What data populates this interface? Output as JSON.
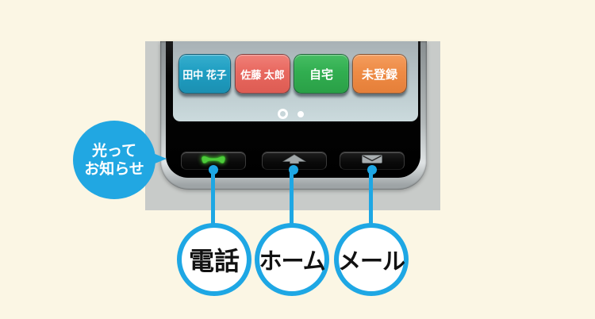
{
  "colors": {
    "accent_blue": "#1ea7e4",
    "background_cream": "#fbf6e4",
    "panel_gray": "#c8cbc9",
    "contact_teal": "#1f9ec2",
    "contact_red": "#e8685f",
    "contact_green": "#31ae50",
    "contact_orange": "#ee8b45",
    "handset_green": "#4ecb3b"
  },
  "phone_screen": {
    "contact_buttons": [
      {
        "label": "田中 花子",
        "color": "#1f9ec2"
      },
      {
        "label": "佐藤 太郎",
        "color": "#e8685f"
      },
      {
        "label": "自宅",
        "color": "#31ae50"
      },
      {
        "label": "未登録",
        "color": "#ee8b45"
      }
    ],
    "page_indicator": {
      "count": 2,
      "active_index": 0
    }
  },
  "hardware_keys": [
    {
      "name": "phone",
      "icon": "phone-handset-icon"
    },
    {
      "name": "home",
      "icon": "home-icon"
    },
    {
      "name": "mail",
      "icon": "mail-icon"
    }
  ],
  "callout_bubble": {
    "line1": "光って",
    "line2": "お知らせ"
  },
  "key_labels": [
    {
      "text": "電話"
    },
    {
      "text": "ホーム"
    },
    {
      "text": "メール"
    }
  ]
}
